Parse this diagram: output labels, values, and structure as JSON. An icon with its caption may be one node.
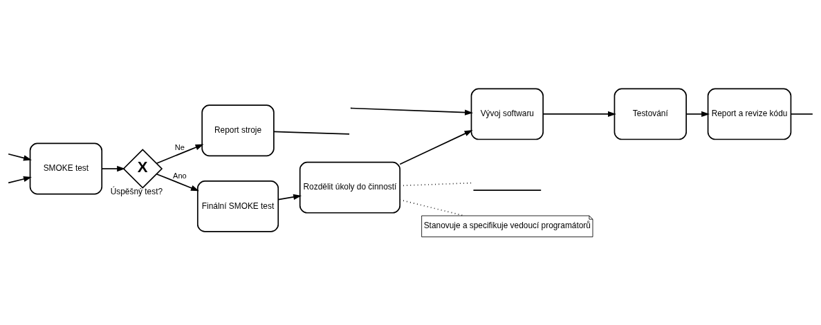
{
  "diagram": {
    "nodes": [
      {
        "text": [
          "SMOKE test"
        ]
      },
      {
        "text": [
          "X"
        ],
        "beside": [
          "Úspěšný test?"
        ]
      },
      {
        "text": [
          "Report stroje"
        ]
      },
      {
        "text": [
          "Finální SMOKE test"
        ]
      },
      {
        "text": [
          "Rozdělit úkoly do činností"
        ]
      },
      {
        "text": [
          "Vývoj softwaru"
        ]
      },
      {
        "text": [
          "Testování"
        ]
      },
      {
        "text": [
          "Report a revize kódu"
        ]
      },
      {
        "text": [],
        "shape": "bracket"
      },
      {
        "text": [
          "Stanovuje a specifikuje vedoucí programátorů"
        ]
      }
    ],
    "edges": [
      {
        "from": null,
        "to": 0,
        "arrow": "to"
      },
      {
        "from": null,
        "to": 0,
        "arrow": "to"
      },
      {
        "from": 0,
        "to": 1,
        "arrow": "to"
      },
      {
        "from": 1,
        "to": 2,
        "arrow": "to",
        "label": "Ne"
      },
      {
        "from": 1,
        "to": 3,
        "arrow": "to",
        "label": "Ano"
      },
      {
        "from": 3,
        "to": 4,
        "arrow": "to"
      },
      {
        "from": 4,
        "to": 5,
        "arrow": "to"
      },
      {
        "from": 5,
        "to": 6,
        "arrow": "to"
      },
      {
        "from": 6,
        "to": 7,
        "arrow": "to"
      },
      {
        "from": 2,
        "to": null,
        "arrow": "none"
      },
      {
        "from": 7,
        "to": null,
        "arrow": "none"
      },
      {
        "from": null,
        "to": 5,
        "arrow": "to"
      },
      {
        "from": 4,
        "to": 8,
        "arrow": "none",
        "style": "dashed"
      },
      {
        "from": 4,
        "to": 9,
        "arrow": "none",
        "style": "dashed"
      }
    ]
  }
}
